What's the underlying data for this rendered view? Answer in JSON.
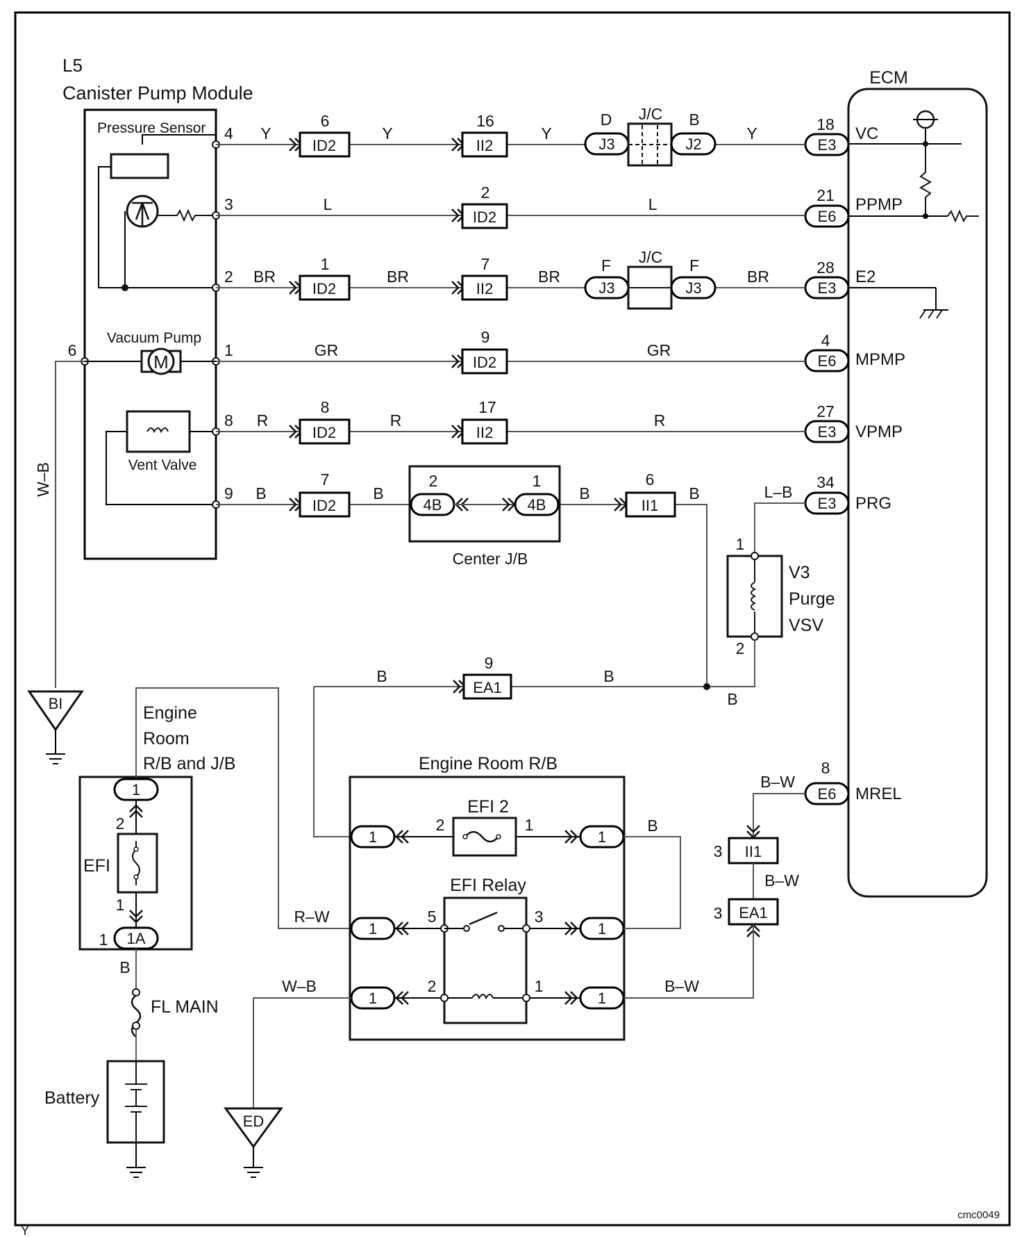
{
  "labels": {
    "module_id": "L5",
    "module_name": "Canister Pump Module",
    "pressure_sensor": "Pressure Sensor",
    "vacuum_pump": "Vacuum Pump",
    "vent_valve": "Vent Valve",
    "ecm": "ECM",
    "center_jb": "Center J/B",
    "engine_room_rb": "Engine Room R/B",
    "engine_room_jb_1": "Engine",
    "engine_room_jb_2": "Room",
    "engine_room_jb_3": "R/B and J/B",
    "efi": "EFI",
    "efi2": "EFI 2",
    "efi_relay": "EFI Relay",
    "fl_main": "FL MAIN",
    "battery": "Battery",
    "v3_1": "V3",
    "v3_2": "Purge",
    "v3_3": "VSV",
    "ground_bi": "BI",
    "ground_ed": "ED",
    "jc": "J/C",
    "image_code": "cmc0049",
    "corner_mark": "Y"
  },
  "pins": {
    "mod_4": "4",
    "mod_3": "3",
    "mod_2": "2",
    "mod_1": "1",
    "mod_8": "8",
    "mod_9": "9",
    "mod_6": "6",
    "ecm_vc": "18",
    "ecm_ppmp": "21",
    "ecm_e2": "28",
    "ecm_mpmp": "4",
    "ecm_vpmp": "27",
    "ecm_prg": "34",
    "ecm_mrel": "8",
    "id2_a": "6",
    "id2_b": "2",
    "id2_c": "1",
    "id2_d": "9",
    "id2_e": "8",
    "id2_f": "7",
    "ii2_a": "16",
    "ii2_c": "7",
    "ii2_e": "17",
    "jc_d": "D",
    "jc_b": "B",
    "jc_f1": "F",
    "jc_f2": "F",
    "cjb_2": "2",
    "cjb_1": "1",
    "ii1_6": "6",
    "ea1_9": "9",
    "vsv_1": "1",
    "vsv_2": "2",
    "efi2_in": "2",
    "efi2_out": "1",
    "relay_5": "5",
    "relay_3": "3",
    "relay_2": "2",
    "relay_1": "1",
    "erb_1": "1",
    "efi_top": "2",
    "efi_bot": "1",
    "er_1a_pin": "1",
    "ii1_3": "3",
    "ea1_3": "3"
  },
  "connectors": {
    "id2": "ID2",
    "ii2": "II2",
    "ii1": "II1",
    "j3": "J3",
    "j2": "J2",
    "e3": "E3",
    "e6": "E6",
    "cjb": "4B",
    "ea1": "EA1",
    "er_1": "1",
    "er_1a": "1A"
  },
  "terminals": {
    "vc": "VC",
    "ppmp": "PPMP",
    "e2": "E2",
    "mpmp": "MPMP",
    "vpmp": "VPMP",
    "prg": "PRG",
    "mrel": "MREL"
  },
  "wire_colors": {
    "y": "Y",
    "l": "L",
    "br": "BR",
    "gr": "GR",
    "r": "R",
    "b": "B",
    "wb": "W–B",
    "lb": "L–B",
    "bw": "B–W",
    "rw": "R–W"
  }
}
